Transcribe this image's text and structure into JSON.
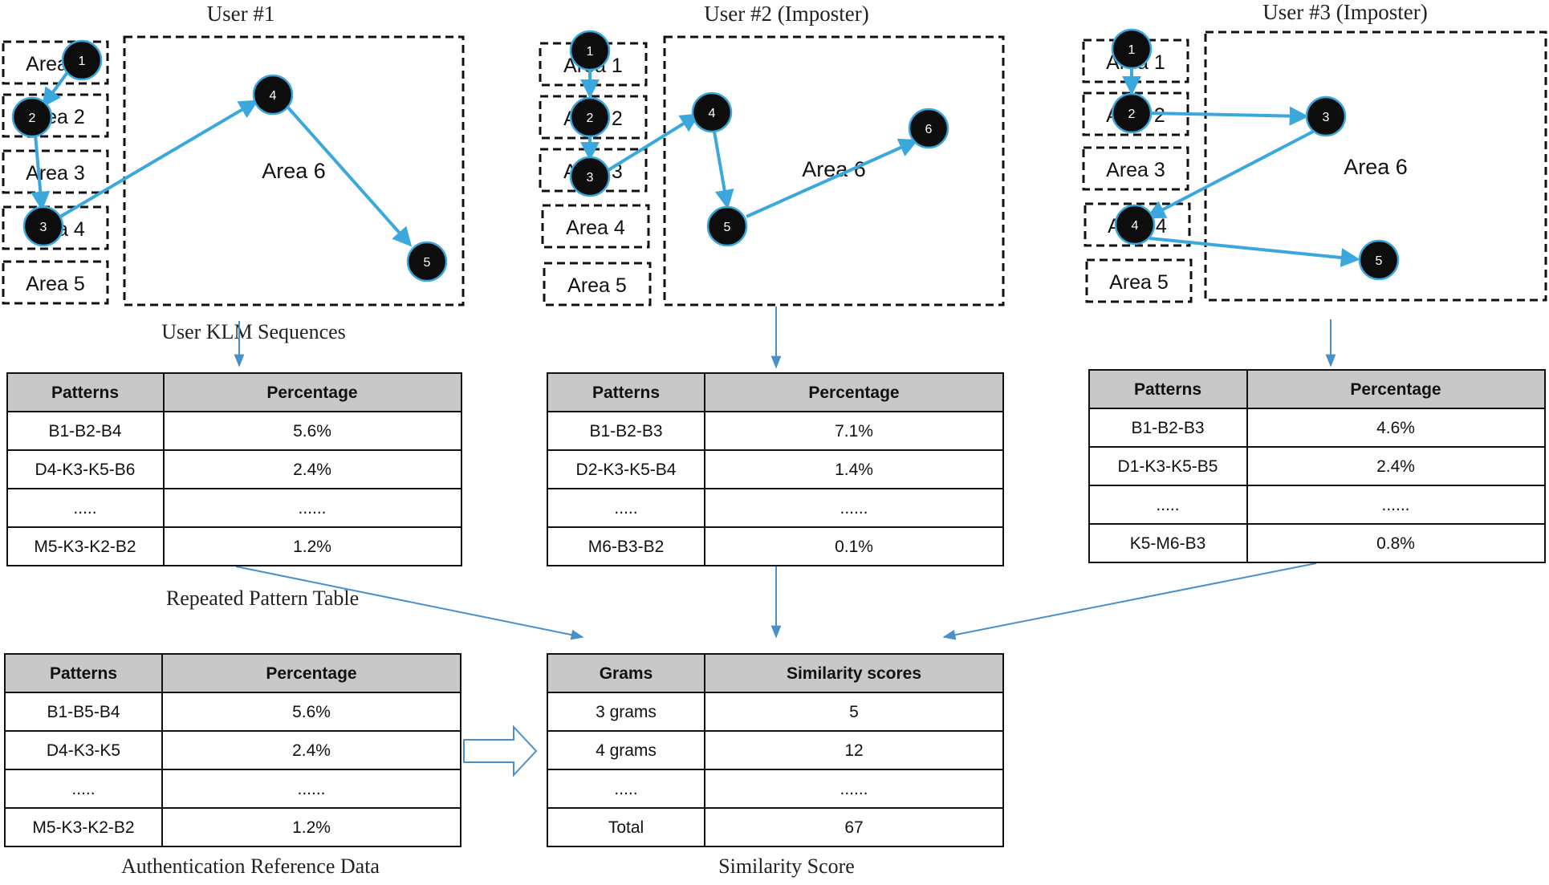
{
  "panels": [
    {
      "title": "User #1",
      "areas": [
        "Area 1",
        "Area 2",
        "Area 3",
        "Area 4",
        "Area 5"
      ],
      "big_area": "Area 6",
      "nodes": [
        "1",
        "2",
        "3",
        "4",
        "5"
      ]
    },
    {
      "title": "User #2 (Imposter)",
      "areas": [
        "Area 1",
        "Area 2",
        "Area 3",
        "Area 4",
        "Area 5"
      ],
      "big_area": "Area 6",
      "nodes": [
        "1",
        "2",
        "3",
        "4",
        "5",
        "6"
      ]
    },
    {
      "title": "User #3 (Imposter)",
      "areas": [
        "Area 1",
        "Area 2",
        "Area 3",
        "Area 4",
        "Area 5"
      ],
      "big_area": "Area 6",
      "nodes": [
        "1",
        "2",
        "3",
        "4",
        "5"
      ]
    }
  ],
  "captions": {
    "klm": "User KLM Sequences",
    "repeated": "Repeated Pattern Table",
    "auth": "Authentication Reference Data",
    "similarity": "Similarity Score"
  },
  "tables": {
    "user1": {
      "headers": [
        "Patterns",
        "Percentage"
      ],
      "rows": [
        [
          "B1-B2-B4",
          "5.6%"
        ],
        [
          "D4-K3-K5-B6",
          "2.4%"
        ],
        [
          ".....",
          "......"
        ],
        [
          "M5-K3-K2-B2",
          "1.2%"
        ]
      ]
    },
    "user2": {
      "headers": [
        "Patterns",
        "Percentage"
      ],
      "rows": [
        [
          "B1-B2-B3",
          "7.1%"
        ],
        [
          "D2-K3-K5-B4",
          "1.4%"
        ],
        [
          ".....",
          "......"
        ],
        [
          "M6-B3-B2",
          "0.1%"
        ]
      ]
    },
    "user3": {
      "headers": [
        "Patterns",
        "Percentage"
      ],
      "rows": [
        [
          "B1-B2-B3",
          "4.6%"
        ],
        [
          "D1-K3-K5-B5",
          "2.4%"
        ],
        [
          ".....",
          "......"
        ],
        [
          "K5-M6-B3",
          "0.8%"
        ]
      ]
    },
    "auth": {
      "headers": [
        "Patterns",
        "Percentage"
      ],
      "rows": [
        [
          "B1-B5-B4",
          "5.6%"
        ],
        [
          "D4-K3-K5",
          "2.4%"
        ],
        [
          ".....",
          "......"
        ],
        [
          "M5-K3-K2-B2",
          "1.2%"
        ]
      ]
    },
    "similarity": {
      "headers": [
        "Grams",
        "Similarity scores"
      ],
      "rows": [
        [
          "3 grams",
          "5"
        ],
        [
          "4 grams",
          "12"
        ],
        [
          ".....",
          "......"
        ],
        [
          "Total",
          "67"
        ]
      ]
    }
  },
  "colors": {
    "arrow": "#3aa8dc",
    "node": "#0d0d0d",
    "node_outline": "#3aa8dc",
    "header_fill": "#c8c8c8",
    "connector": "#4a90c8"
  }
}
